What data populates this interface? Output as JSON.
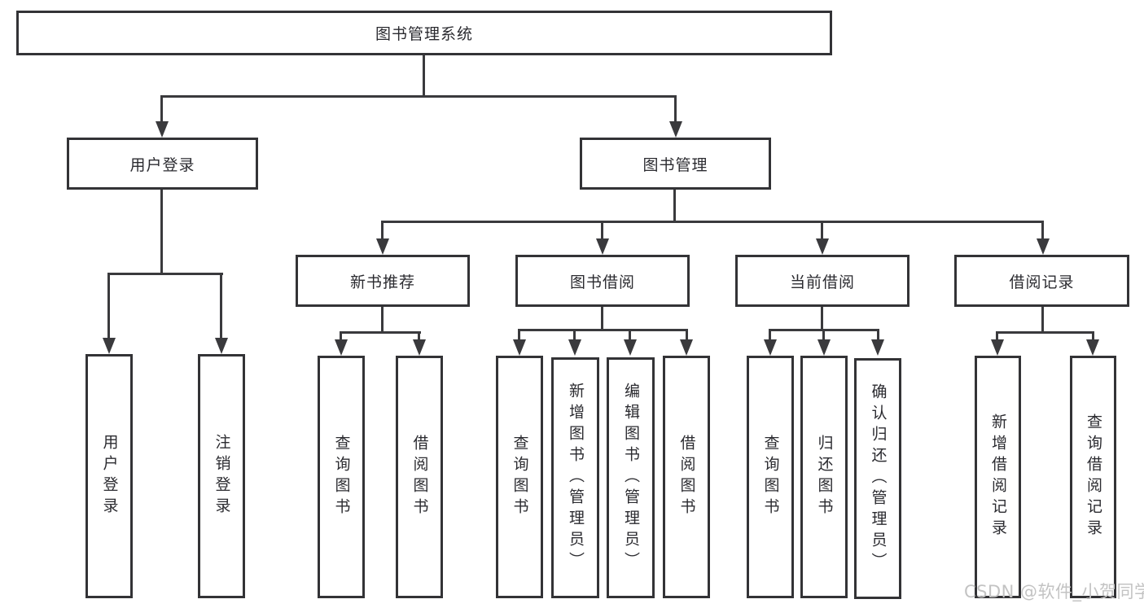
{
  "diagram": {
    "title": "图书管理系统",
    "type": "hierarchy-tree",
    "colors": {
      "background": "#ffffff",
      "box_border": "#333336",
      "connector": "#3a3a3d",
      "text": "#2b2b30",
      "watermark_text": "#c3c3c3"
    }
  },
  "tree": {
    "label": "图书管理系统",
    "children": [
      {
        "label": "用户登录",
        "children": [
          {
            "label": "用户登录"
          },
          {
            "label": "注销登录"
          }
        ]
      },
      {
        "label": "图书管理",
        "children": [
          {
            "label": "新书推荐",
            "children": [
              {
                "label": "查询图书"
              },
              {
                "label": "借阅图书"
              }
            ]
          },
          {
            "label": "图书借阅",
            "children": [
              {
                "label": "查询图书"
              },
              {
                "label": "新增图书（管理员）"
              },
              {
                "label": "编辑图书（管理员）"
              },
              {
                "label": "借阅图书"
              }
            ]
          },
          {
            "label": "当前借阅",
            "children": [
              {
                "label": "查询图书"
              },
              {
                "label": "归还图书"
              },
              {
                "label": "确认归还（管理员）"
              }
            ]
          },
          {
            "label": "借阅记录",
            "children": [
              {
                "label": "新增借阅记录"
              },
              {
                "label": "查询借阅记录"
              }
            ]
          }
        ]
      }
    ]
  },
  "watermark": "CSDN @软件_小贺同学"
}
